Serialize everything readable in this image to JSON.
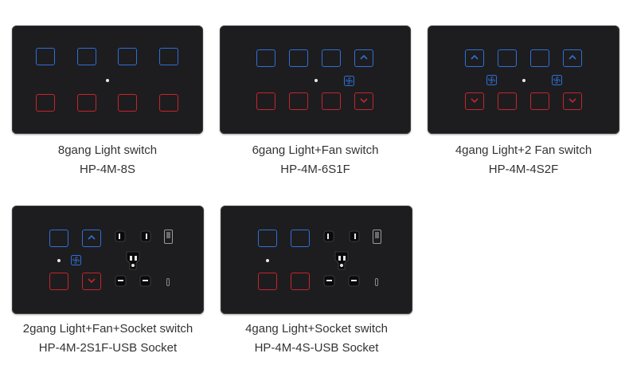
{
  "products": [
    {
      "title": "8gang Light switch",
      "model": "HP-4M-8S"
    },
    {
      "title": "6gang Light+Fan switch",
      "model": "HP-4M-6S1F"
    },
    {
      "title": "4gang Light+2 Fan switch",
      "model": "HP-4M-4S2F"
    },
    {
      "title": "2gang Light+Fan+Socket switch",
      "model": "HP-4M-2S1F-USB Socket"
    },
    {
      "title": "4gang Light+Socket switch",
      "model": "HP-4M-4S-USB Socket"
    }
  ],
  "colors": {
    "panel": "#1d1d1f",
    "blue": "#2f6fd6",
    "red": "#c8232c"
  }
}
